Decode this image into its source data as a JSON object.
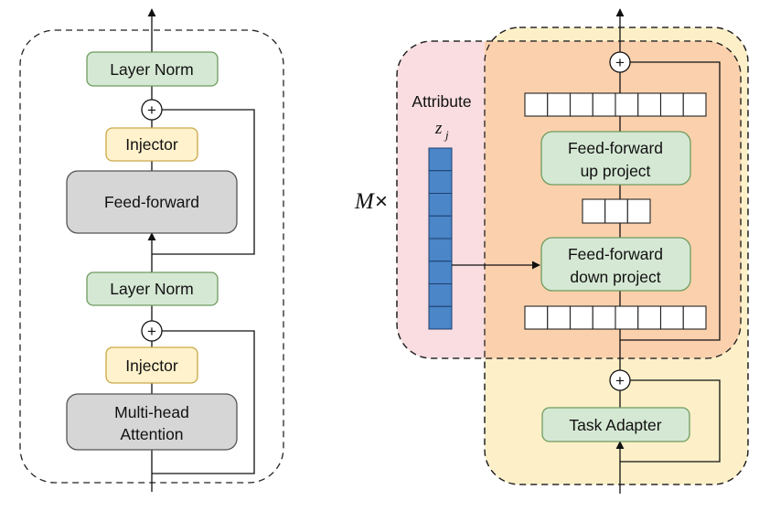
{
  "colors": {
    "green_box": "#d5e8d4",
    "green_stroke": "#6f9c5f",
    "yellow_box": "#fff2cc",
    "yellow_stroke": "#c9a94a",
    "gray_box": "#d6d6d6",
    "gray_stroke": "#555555",
    "pink_region": "#f9dde0",
    "yellow_region": "#fdf0c8",
    "overlap_region": "#fbd1ad",
    "attribute_cell": "#4a86c8"
  },
  "left": {
    "layer_norm_top": "Layer Norm",
    "injector_top": "Injector",
    "feed_forward": "Feed-forward",
    "layer_norm_bottom": "Layer Norm",
    "injector_bottom": "Injector",
    "attention_line1": "Multi-head",
    "attention_line2": "Attention",
    "plus": "+"
  },
  "right": {
    "repeat_label": "M",
    "repeat_times": "×",
    "attribute_label": "Attribute",
    "attribute_var": "z",
    "attribute_sub": "j",
    "ff_up_line1": "Feed-forward",
    "ff_up_line2": "up project",
    "ff_down_line1": "Feed-forward",
    "ff_down_line2": "down project",
    "task_adapter": "Task Adapter",
    "plus": "+"
  }
}
